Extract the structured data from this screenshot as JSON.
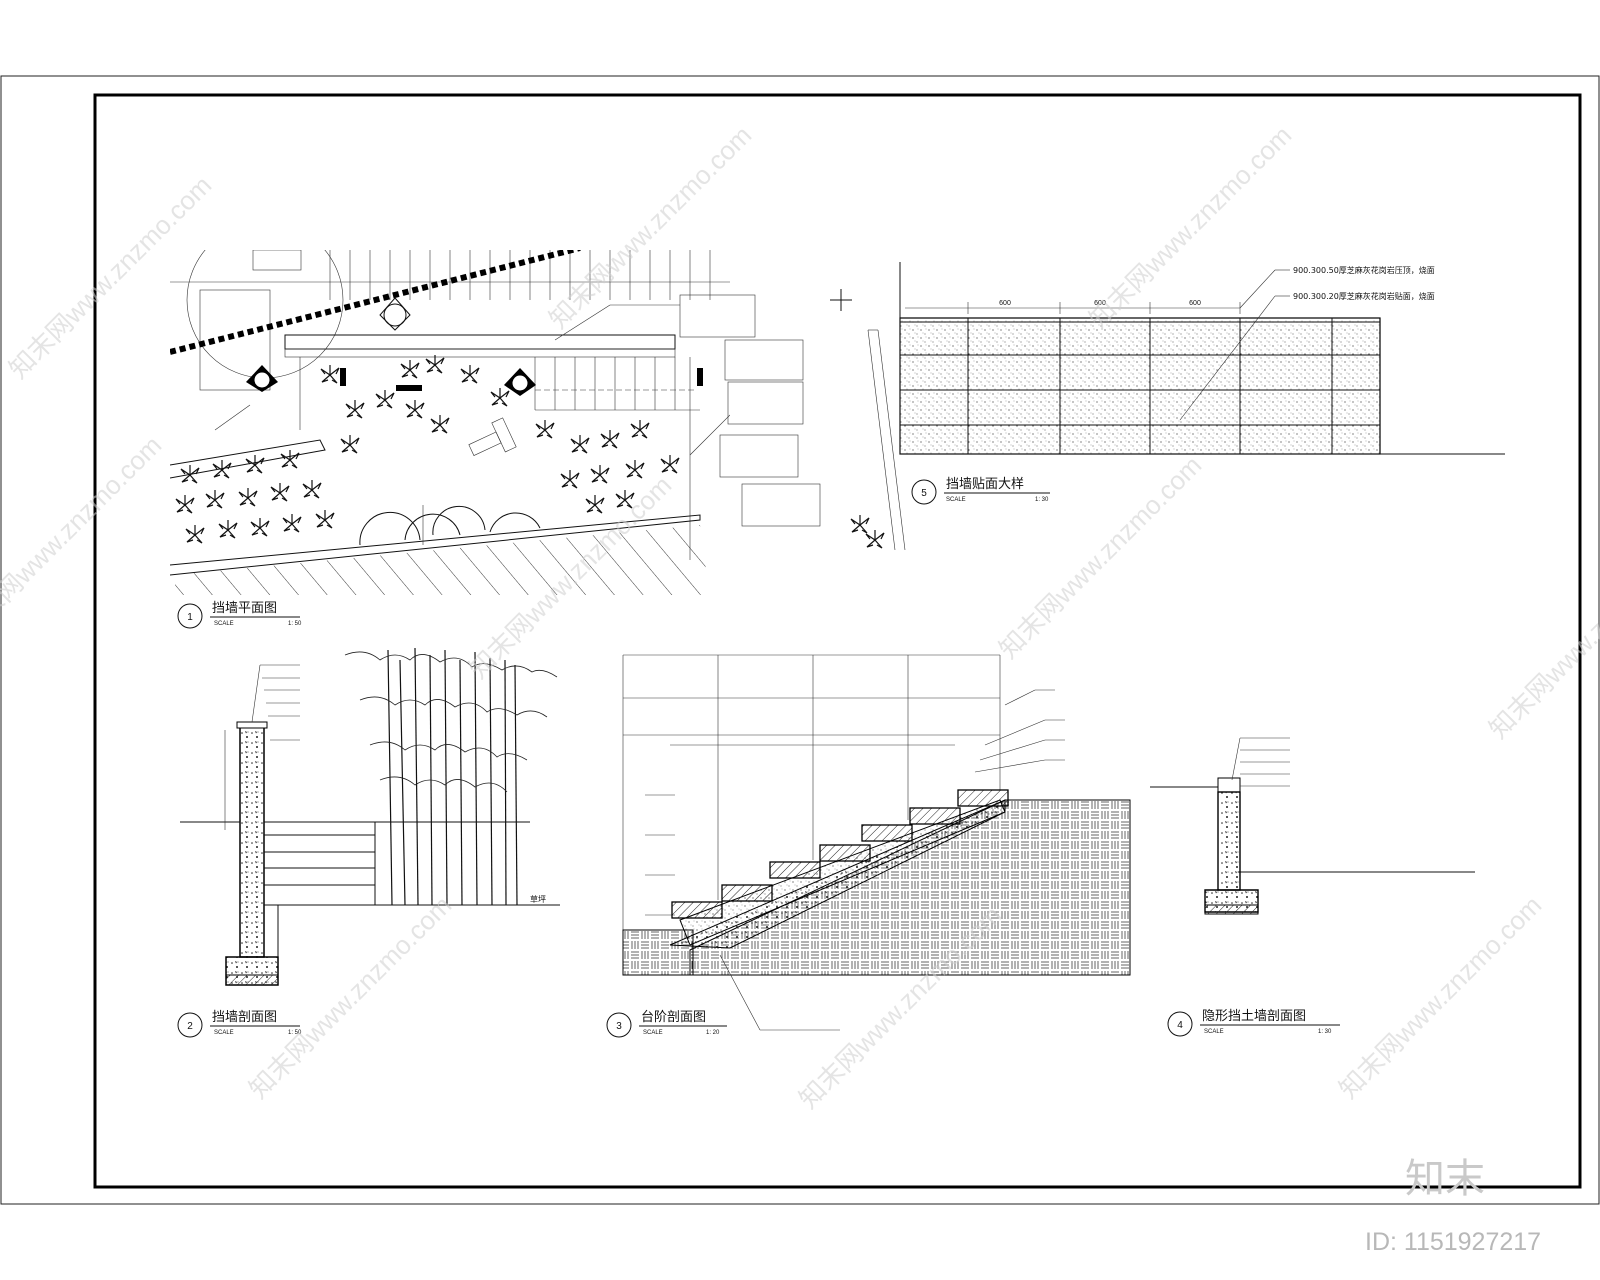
{
  "drawings": [
    {
      "number": "1",
      "title": "挡墙平面图",
      "scale_label": "SCALE",
      "scale_value": "1: 50"
    },
    {
      "number": "2",
      "title": "挡墙剖面图",
      "scale_label": "SCALE",
      "scale_value": "1: 50"
    },
    {
      "number": "3",
      "title": "台阶剖面图",
      "scale_label": "SCALE",
      "scale_value": "1: 20"
    },
    {
      "number": "4",
      "title": "隐形挡土墙剖面图",
      "scale_label": "SCALE",
      "scale_value": "1: 30"
    },
    {
      "number": "5",
      "title": "挡墙贴面大样",
      "scale_label": "SCALE",
      "scale_value": "1: 30"
    }
  ],
  "elevation_notes": {
    "note1": "900.300.50厚芝麻灰花岗岩压顶，烧面",
    "note2": "900.300.20厚芝麻灰花岗岩贴面，烧面",
    "dims": [
      "600",
      "600",
      "600"
    ]
  },
  "section2_label": "草坪",
  "watermark": "知末网www.znzmo.com",
  "logo": "知末",
  "id_text": "ID: 1151927217",
  "colors": {
    "ink": "#111111",
    "watermark": "#cfcfcf"
  }
}
